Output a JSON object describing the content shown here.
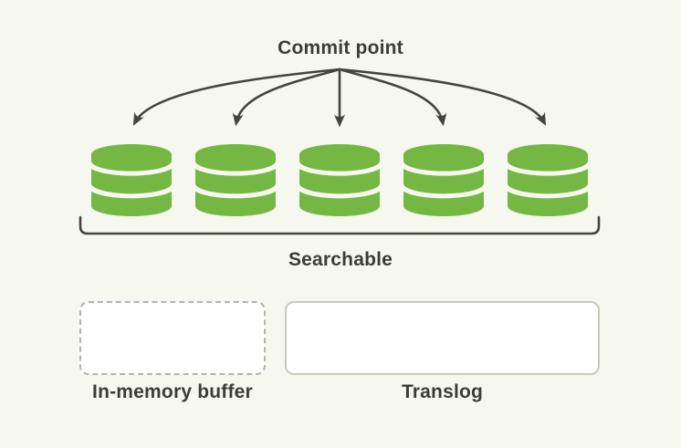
{
  "title": {
    "label": "Commit point"
  },
  "cluster": {
    "label": "Searchable",
    "segment_count": 5,
    "segment_icon": "database-icon"
  },
  "buffer_box": {
    "label": "In-memory buffer",
    "border_style": "dashed"
  },
  "translog_box": {
    "label": "Translog",
    "border_style": "solid"
  },
  "colors": {
    "background": "#f6f7ef",
    "ink": "#3d3d38",
    "stroke": "#45453f",
    "green": "#74b843",
    "box-border-dashed": "#b3b3ac",
    "box-border-solid": "#c9c9c2",
    "box-fill": "#ffffff"
  }
}
